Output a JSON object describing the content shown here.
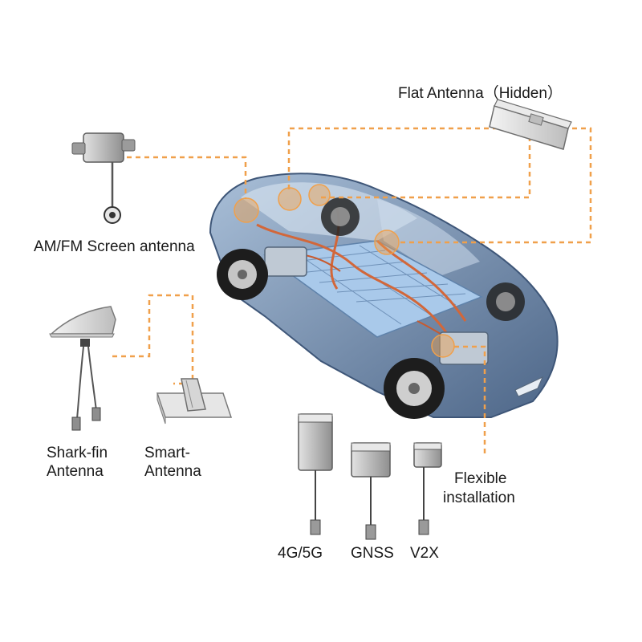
{
  "labels": {
    "flat_antenna": "Flat Antenna（Hidden）",
    "amfm": "AM/FM Screen antenna",
    "sharkfin_line1": "Shark-fin",
    "sharkfin_line2": "Antenna",
    "smart_line1": "Smart-",
    "smart_line2": "Antenna",
    "flexible_line1": "Flexible",
    "flexible_line2": "installation",
    "module_4g5g": "4G/5G",
    "module_gnss": "GNSS",
    "module_v2x": "V2X"
  },
  "colors": {
    "leader_line": "#f0a04b",
    "hotspot": "#f0a04b",
    "car_body": "#7d9cc0",
    "battery": "#9fc2e6",
    "module_body": "#c9c9c9"
  }
}
